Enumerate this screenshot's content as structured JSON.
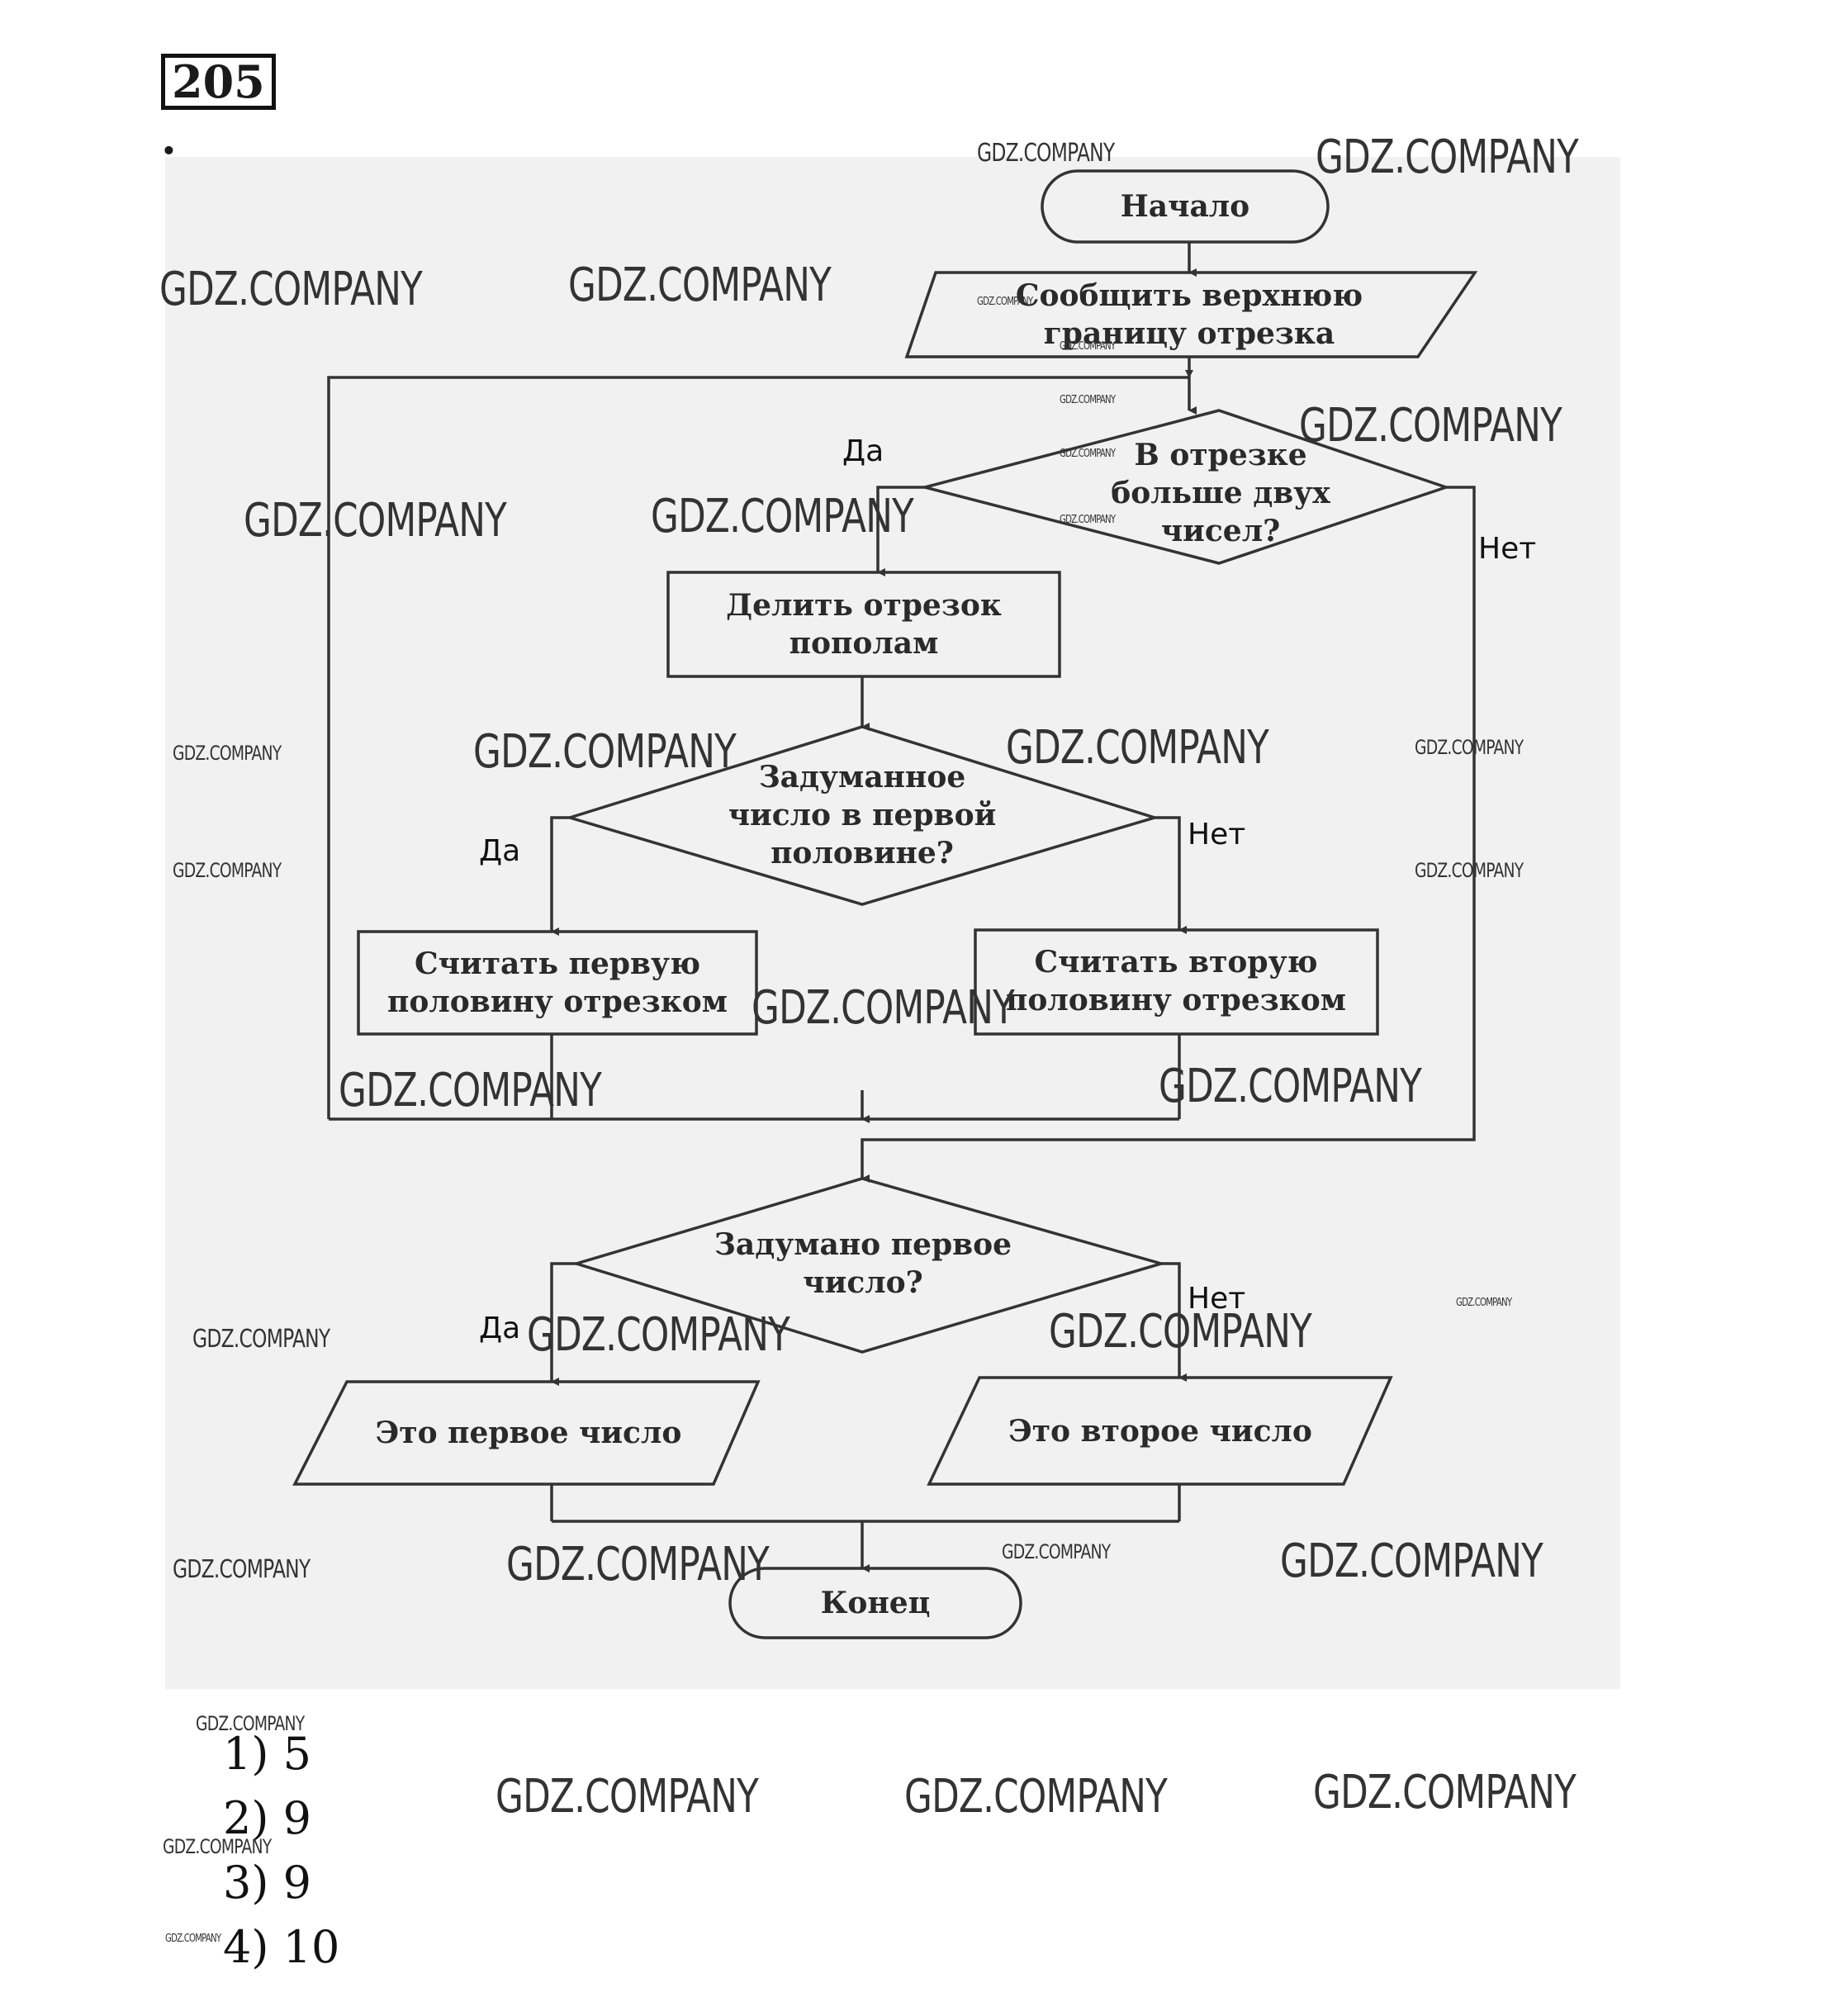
{
  "task_number": "205",
  "flowchart": {
    "start": "Начало",
    "input_upper_bound": "Сообщить верхнюю границу отрезка",
    "decision_more_than_two": "В отрезке больше двух чисел?",
    "process_halve": "Делить отрезок пополам",
    "decision_first_half": "Задуманное число в первой половине?",
    "process_first_half": "Считать первую половину отрезком",
    "process_second_half": "Считать вторую половину отрезком",
    "decision_first_number": "Задумано первое число?",
    "output_first": "Это первое число",
    "output_second": "Это второе число",
    "end": "Конец",
    "labels": {
      "yes_1": "Да",
      "no_1": "Нет",
      "yes_2": "Да",
      "no_2": "Нет",
      "yes_3": "Да",
      "no_3": "Нет"
    }
  },
  "answers": [
    {
      "num": "1)",
      "value": "5"
    },
    {
      "num": "2)",
      "value": "9"
    },
    {
      "num": "3)",
      "value": "9"
    },
    {
      "num": "4)",
      "value": "10"
    }
  ],
  "watermark": "GDZ.COMPANY"
}
